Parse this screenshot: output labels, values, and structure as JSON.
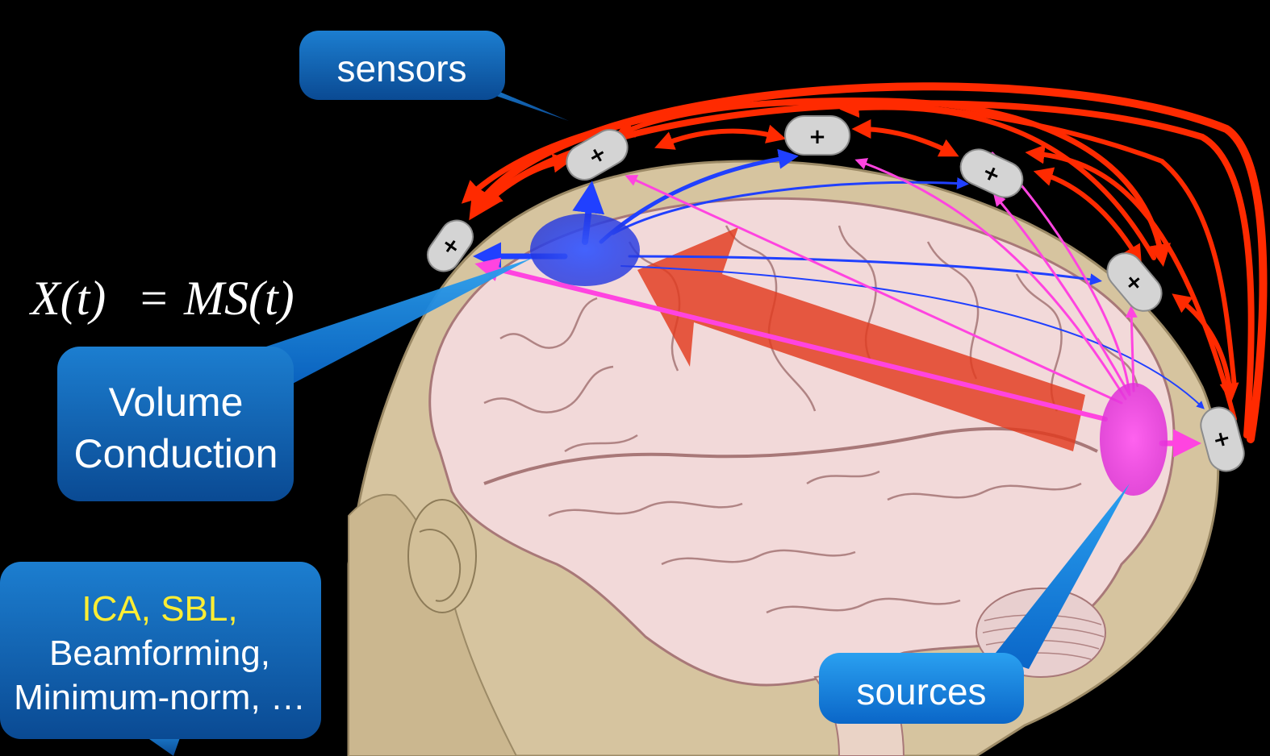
{
  "formula": {
    "lhs": "X(t)",
    "eq": "=",
    "rhs": "MS(t)"
  },
  "callouts": {
    "sensors": "sensors",
    "volume_conduction": [
      "Volume",
      "Conduction"
    ],
    "sources": "sources",
    "methods": {
      "highlighted": "ICA, SBL,",
      "line2": "Beamforming,",
      "line3": "Minimum-norm, …"
    }
  },
  "sensor_symbol": "+",
  "colors": {
    "background": "#000000",
    "bubble": "#0d5fb0",
    "bubble_bright": "#1a8bd8",
    "sensor_links": "#ff2a00",
    "blue_source": "#2a4dff",
    "pink_source": "#ff44e0",
    "volume_arrow": "#e23a1e",
    "highlight_text": "#ffee33"
  }
}
